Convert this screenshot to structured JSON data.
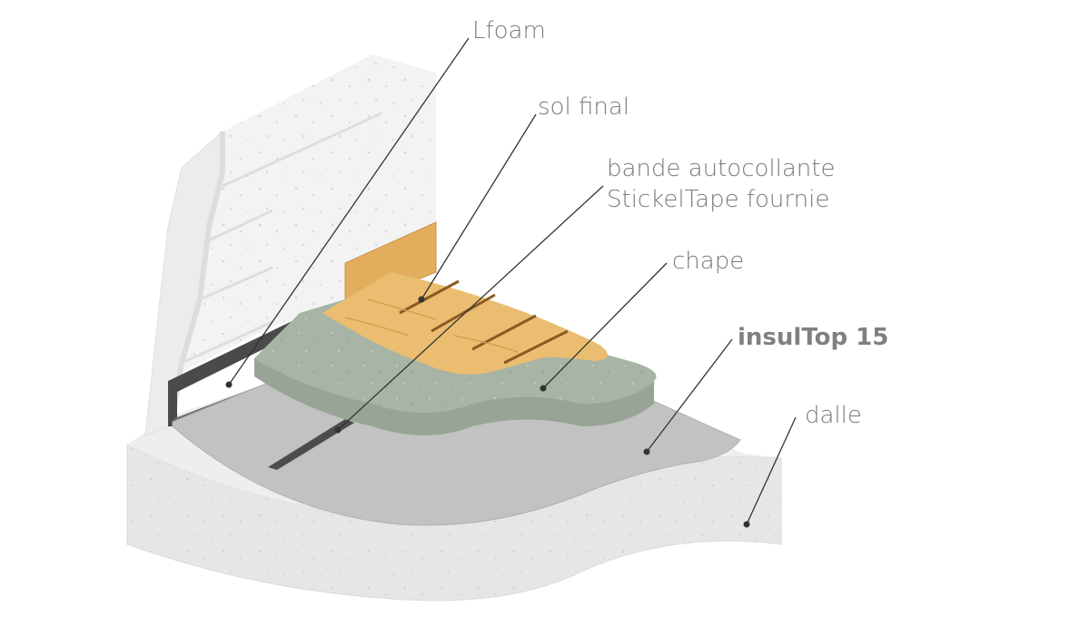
{
  "labels": {
    "lfoam": "Lfoam",
    "sol_final": "sol final",
    "bande_line1": "bande autocollante",
    "bande_line2": "StickelTape fournie",
    "chape": "chape",
    "insultop": "insulTop 15",
    "dalle": "dalle"
  },
  "colors": {
    "wall": "#f0f0f0",
    "wall_shadow": "#e2e2e2",
    "slab_top": "#ededed",
    "slab_side": "#e6e6e6",
    "insulation": "#bfbfbf",
    "screed_top": "#a9b5a6",
    "screed_side": "#9aa698",
    "wood": "#e8b86a",
    "wood_dark": "#c9944a",
    "strip": "#555555",
    "leader": "#333333",
    "label_text": "#7a7a7a"
  }
}
